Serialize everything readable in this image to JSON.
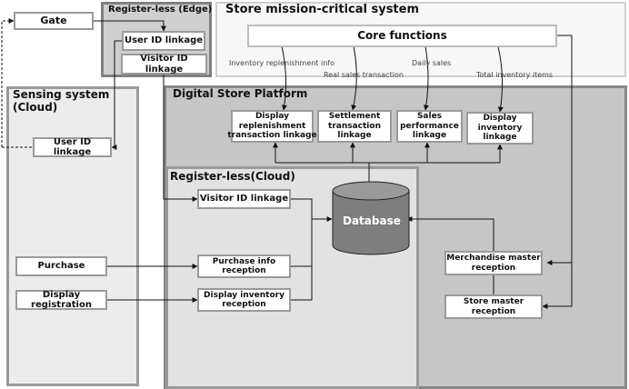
{
  "regions": {
    "store_mission_critical": {
      "title": "Store mission-critical system"
    },
    "register_less_edge": {
      "title": "Register-less (Edge)"
    },
    "sensing_system": {
      "title": "Sensing system\n(Cloud)"
    },
    "digital_store_platform": {
      "title": "Digital Store Platform"
    },
    "register_less_cloud": {
      "title": "Register-less(Cloud)"
    }
  },
  "nodes": {
    "gate": "Gate",
    "core_functions": "Core functions",
    "edge_user_id_linkage": "User ID linkage",
    "edge_visitor_id_linkage": "Visitor ID linkage",
    "sensing_user_id_linkage": "User ID linkage",
    "display_replenishment": "Display\nreplenishment\ntransaction linkage",
    "settlement_transaction": "Settlement\ntransaction\nlinkage",
    "sales_performance": "Sales\nperformance\nlinkage",
    "display_inventory_linkage": "Display\ninventory\nlinkage",
    "cloud_visitor_id_linkage": "Visitor ID linkage",
    "database": "Database",
    "purchase": "Purchase",
    "display_registration": "Display registration",
    "purchase_info_reception": "Purchase info\nreception",
    "display_inventory_reception": "Display inventory\nreception",
    "merchandise_master_reception": "Merchandise master\nreception",
    "store_master_reception": "Store master\nreception"
  },
  "edge_labels": {
    "inventory_replenishment_info": "Inventory replenishment info",
    "real_sales_transaction": "Real sales transaction",
    "daily_sales": "Daily sales",
    "total_inventory_items": "Total inventory items"
  }
}
